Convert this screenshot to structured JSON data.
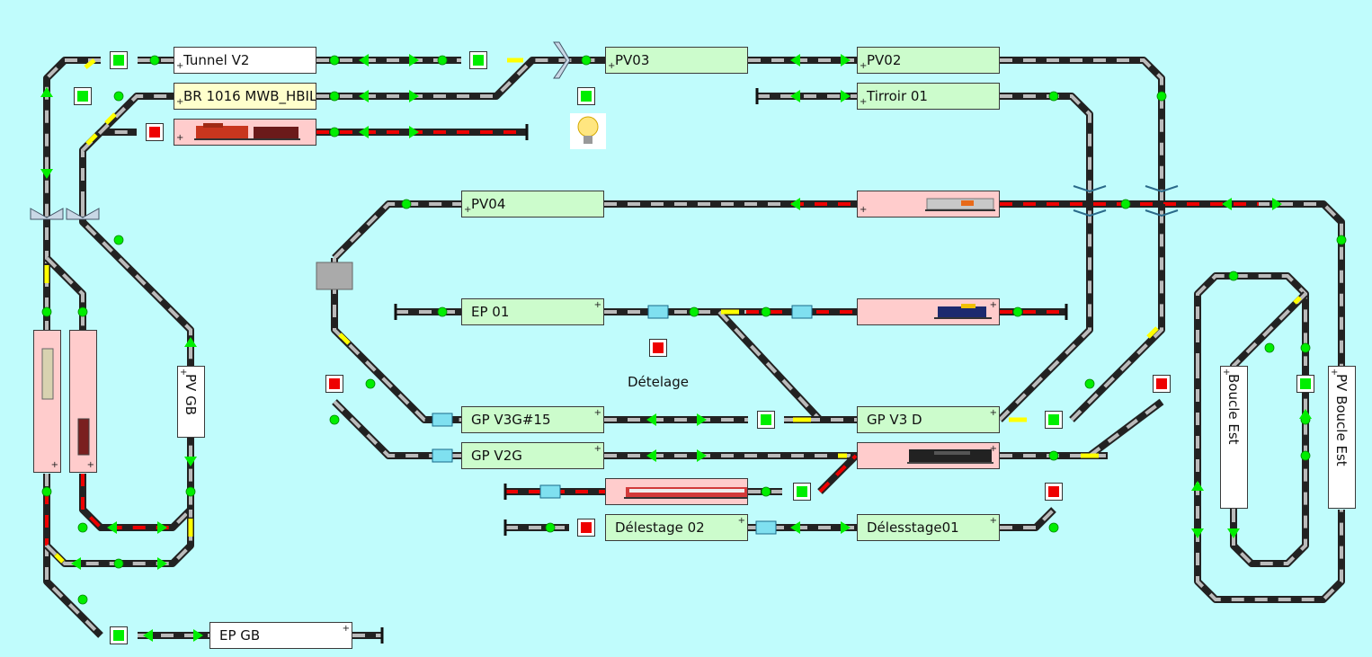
{
  "colors": {
    "background": "#c0fcfc",
    "track": "#222222",
    "sleeper": "#bbbbbb",
    "occupied": "#ee0000",
    "switch": "#ffff00",
    "contact": "#00ee00",
    "free_block": "#ccfccc",
    "occupied_block": "#ffcccc",
    "named_block": "#ffffcc"
  },
  "blocks": {
    "tunnel_v2": "Tunnel V2",
    "br1016": "BR 1016 MWB_HBIL",
    "pv03": "PV03",
    "pv02": "PV02",
    "tirroir01": "Tirroir 01",
    "pv04": "PV04",
    "ep01": "EP 01",
    "gp_v3g15": "GP V3G#15",
    "gp_v3d": "GP V3 D",
    "gp_v2g": "GP V2G",
    "delestage02": "Délestage 02",
    "delesstage01": "Délesstage01",
    "ep_gb": "EP GB",
    "pv_gb": "PV GB",
    "boucle_est": "Boucle Est",
    "pv_boucle_est": "PV Boucle Est"
  },
  "labels": {
    "detelage": "Dételage"
  },
  "block_marker": "+",
  "icons": {
    "bulb": "light-bulb-icon",
    "loco": "locomotive-icon"
  }
}
